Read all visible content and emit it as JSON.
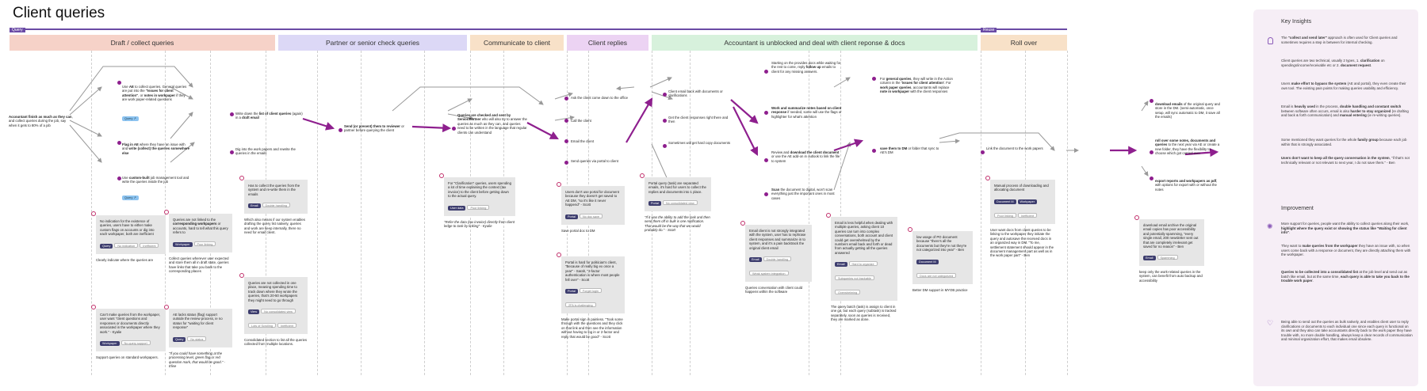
{
  "title": "Client queries",
  "tags": {
    "query": "Query",
    "reuse": "Reuse"
  },
  "stages": [
    {
      "label": "Draft / collect queries",
      "color": "#f6d2c8"
    },
    {
      "label": "Partner or senior check queries",
      "color": "#dcd8f6"
    },
    {
      "label": "Communicate to client",
      "color": "#f8e1c8"
    },
    {
      "label": "Client replies",
      "color": "#ecd3f3"
    },
    {
      "label": "Accountant is unblocked and deal with client reponse & docs",
      "color": "#d7f1dc"
    },
    {
      "label": "Roll over",
      "color": "#f8e1c8"
    }
  ],
  "steps": {
    "s0": "<b>Accountant finish as much as they can</b>, and collect queries during the job, say when it gets to 80% of a job",
    "s1": "Use <b>AE</b> to collect queries. General queries are put into the <b>\"Issues for client attention\"</b>, or <b>notes in workpaper</b> if they are work paper-related questions",
    "s1chip": "Query ↗",
    "s2": "<b>Flag in AE</b> where they have an issue with and <b>write (collect) the queries somewhere else</b>",
    "s3": "Use <b>custom-built</b> job management tool and write the queries inside the job",
    "s3chip": "Query ↗",
    "s4": "Write down the <b>list of client queries</b> (again) in a <b>draft email</b>",
    "s5": "Dig into the work papers and rewrite the queries in the emails",
    "s6": "<b>Send (or present) them to reviewer</b> or partner before querying the client",
    "s7": "<b>Queries are checked and sent by Senior/Partner</b> who will also try to answer the queries as much as they can, and queries need to be written in the language that regular clients can understand",
    "s8": "Ask the client come down to the office",
    "s9": "Call the client",
    "s10": "Email the client",
    "s11": "Send queries via portal to client",
    "s12": "Client email back with documents or clarifications",
    "s13": "Get the client responses right there and then",
    "s14": "Sometimes will get hard copy documents",
    "s15": "Starting on the provides docs while waiting for the rest to come, reply <b>follow up</b> emails to client for any missing answers.",
    "s16": "<b>Work and summarize notes based on client response</b> if needed, some will use the flags or highlighter for what's attention",
    "s17": "Review and <b>download the client document</b> or use the AE add-on in outlook to link the file to system",
    "s18": "<b>Scan</b> the document to digital, won't scan everything just the important ones in most cases",
    "s19": "For <b>general queries</b>, they will write in the Action column in the <b>'issues for client attention'</b>. For <b>work paper queries</b>, accountants will replace <b>note in workpaper</b> with the client responses",
    "s20": "<b>save them to DM</b> or folder that sync to AE's DM",
    "s21": "Link the document to the work papers",
    "s22": "<b>download emails</b> of the original query and store in the DM. (semi-automatic, once setup, will sync automatic to DM, it save all the emails)",
    "s23": "<b>roll over some notes, documents and queries</b> to the next year via AE or create a new folder, they have the flexibility to choose which got carried over",
    "s24": "<b>export reports and workpapers as pdf</b>, with options for export with or without the notes"
  },
  "pains": {
    "p1": "No indication for the existence of queries, users have to either make custom flags on accounts or dig into each workpaper, both are inefficient",
    "p1chips": [
      "Query",
      "No indication",
      "Inefficient"
    ],
    "p1note": "Clearly indicate where the queries are",
    "p2": "Queries are not linked to the <b>corresponding workpapers</b> or accounts, hard to tell what this query refers to",
    "p2chips": [
      "Workpaper",
      "Poor linking"
    ],
    "p2note": "Collect queries wherever user expected and store them all in draft state, queries have links that take you back to the corresponding places",
    "p3": "Can't make queries from the workpaper, user want \"client questions and responses or documents directly associated in the workpaper where they work.\" - Kyalie",
    "p3chips": [
      "Workpaper",
      "No query support"
    ],
    "p3note": "Support queries on standard workpapers.",
    "p4": "AE lacks status (flag) support outside the review process, ie no status for \"waiting for client response\"",
    "p4chips": [
      "Query",
      "No status"
    ],
    "p4note": "\"If you could have something at the processing level, green flag or red question mark, that would be good.\" - Elise",
    "p5": "Has to collect the queries from the system and re-write them in the emails",
    "p5chips": [
      "Email",
      "Double handling"
    ],
    "p5note": "Which also means if our system enables drafting the query list natively, queries and work are keep internally, there no need for email client.",
    "p6": "Queries are not collected in one place, meaning spending time to track down where they wrote the queries, that's 20-50 workpapers they might need to go through",
    "p6chips": [
      "View",
      "No consolidated view",
      "Lots of Scrolling",
      "Inefficient"
    ],
    "p6note": "Consolidated section to list all the queries collected from multiple locations.",
    "p7": "For \"Clarification\" queries, users spending a lot of time explaining the context (tax invoice) to the client before getting down to the actual query.",
    "p7chips": [
      "User data",
      "Poor linking"
    ],
    "p7note": "\"Refer the data (tax invoice) directly from client ledge to task by linking\" - Kyalie",
    "p8": "Users don't use portal for document because they doesn't get saved to AE DM, \"so it's like it never happend\" - Scott",
    "p8chips": [
      "Portal",
      "No doc save"
    ],
    "p8note": "Save portal doc to DM",
    "p9": "Portal is hard for politician's client, \"Because of really big ex once a year\" - Sarah, \"2-factor authentication is where most people fell over\" - Scott",
    "p9chips": [
      "Portal",
      "Forget login",
      "2FA is challenging"
    ],
    "p9note": "Make portal sign in painless. \"Took some through with the questions and they click on that link and then see the information without having to log in or 2-factor and reply that would be good\" - Scott",
    "p10": "Portal query (task) are separated emails, it's hard for users to collect the replies and documents into 1 place.",
    "p10chips": [
      "Portal",
      "No consolidated view"
    ],
    "p10note": "\"If it was the ability to add the task and then send them off in bulk is one notification. That would be the way that we would probably do.\" - Scott",
    "p11": "Email client is not strongly integrated with the system, user has to rephrase client responses and summarize in to system, and it's a pain backtrack the original client email",
    "p11chips": [
      "Email",
      "Double handling",
      "Weak system integration"
    ],
    "p11note": "Queries conversation with client could happens within the software",
    "p12": "Email is less helpful when dealing with multiple queries, asking client 10 queries can turn into complex conversations, both account and client could get overwhelmed by the numbers email back and forth or dead from actually getting all the queries answered",
    "p12chips": [
      "Email",
      "Hard to organize",
      "Subqueries not trackable",
      "Overwhelming"
    ],
    "p12note": "The query batch (task) is assign to client in one go, but each query (subtask) is tracked separately, soon as queries is received, they are marked as done.",
    "p13": "low usage of PO document because \"there's all the documents but they're not they're not categorized into year\" - Ben",
    "p13chips": [
      "Document M",
      "Docs are not categorized"
    ],
    "p13note": "Better DM support in MYOB practice",
    "p14": "Manual process of downloading and allocating document",
    "p14chips": [
      "Document M",
      "Workpaper",
      "Poor linking",
      "Inefficient"
    ],
    "p14note": "User want docs from client queries to be linking to the workpaper they initiate the query and autosave the received docs in an organized way in DM. \"To me, settlement statement should appear in the document management part as well as in the work paper part\" - Ben",
    "p15": "download email archive the original email copies has poor accessibility and potentially spamming, \"every single email, 200 newsletter sent out that are completely irrelevant get saved for no reason\" - Ben",
    "p15chips": [
      "Email",
      "Spamming"
    ],
    "p15note": "keep only the work-related queries in the system, can benefit from auto backup and accessibility"
  },
  "panel": {
    "title1": "Key Insights",
    "i1": "The <b>\"collect and send later\"</b> approach is often used for Client queries and sometimes requires a step in between for internal checking.",
    "i2": "Client queries are two technical, usually 2 types, 1. <b>clarification</b> on spendings/income/receivable etc or 2. <b>document request</b>.",
    "i3": "Users <b>make effort to bypass the system</b> (AE and portal), they even create their own tool. The existing pain points for making queries usability and efficiency.",
    "i4": "Email is <b>heavily used</b> in the process, <b>double handling and constant switch</b> between software often occurs, email is also <b>harder to stay organized</b> (re drafting and back & forth communication) and <b>manual entering</b> (ie re-writing queries).",
    "i5": "Some mentioned they want queries for the whole <b>family group</b> because each job within that is strongly associated.",
    "i6": "<b>Users don't want to keep all the query conversation in the system</b>, \"if that's not technically relevant or not relevant to next year, I do not save them.\" - Ben",
    "title2": "Improvement",
    "m1": "More support for queries, people want the ability to collect queries along their work, <b>highlight where the query exist or showing the status like \"Waiting for client info\"</b>.",
    "m2": "They want to <b>make queries from the workpaper</b> they have an issue with, so when users come back with a response or document, they are directly attaching them with the workpaper.",
    "m3": "<b>Queries to be collected into a consolidated list</b> at the job level and send out as batch like email, but at the same time, <b>each query is able to take you back to the trouble work paper</b>.",
    "m4": "Being able to send out the queries as bulk natively, and enables client user to reply clarifications or documents to each individual one since each query is functional on its own and they also can take accountants directly back to the work paper they have trouble with, no more double handling, always keep a clear records of communication and minimal organization effort, that makes email obsolete."
  },
  "colors": {
    "accent": "#6a4aa5",
    "arrow": "#8e1f8e",
    "panel": "#f6eef6"
  }
}
